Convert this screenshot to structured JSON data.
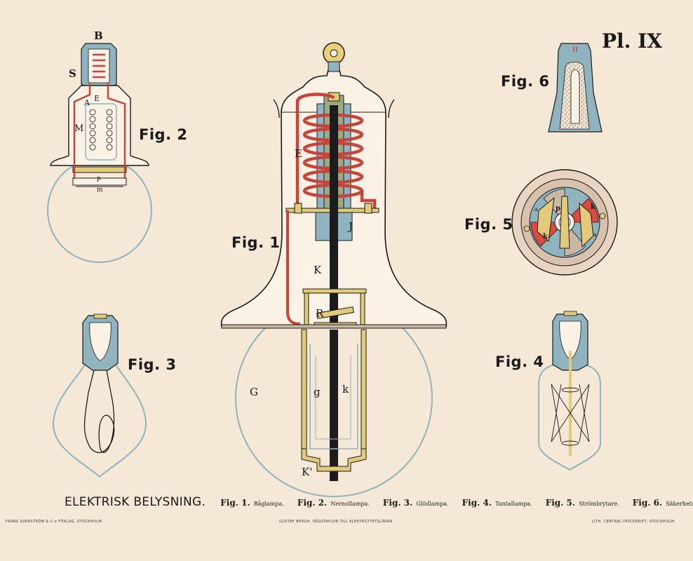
{
  "plate_number": "Pl. IX",
  "figure_labels": {
    "fig1": "Fig. 1",
    "fig2": "Fig. 2",
    "fig3": "Fig. 3",
    "fig4": "Fig. 4",
    "fig5": "Fig. 5",
    "fig6": "Fig. 6"
  },
  "fig1_letters": {
    "E": "E",
    "J": "J",
    "K": "K",
    "R": "R",
    "G": "G",
    "g": "g",
    "k": "k",
    "K1": "K'"
  },
  "fig2_letters": {
    "B": "B",
    "S": "S",
    "A": "A",
    "E": "E",
    "M": "M",
    "p": "p",
    "m": "m"
  },
  "fig5_letters": {
    "p": "p",
    "a1": "a",
    "a2": "a",
    "k1": "k",
    "k2": "k"
  },
  "caption": {
    "title": "ELEKTRISK BELYSNING.",
    "entries": [
      {
        "fig": "Fig. 1.",
        "desc": "Båglampa."
      },
      {
        "fig": "Fig. 2.",
        "desc": "Nernstlampa."
      },
      {
        "fig": "Fig. 3.",
        "desc": "Glödlampa."
      },
      {
        "fig": "Fig. 4.",
        "desc": "Tantallampa."
      },
      {
        "fig": "Fig. 5.",
        "desc": "Strömbrytare."
      },
      {
        "fig": "Fig. 6.",
        "desc": "Säkerhetspropp."
      }
    ]
  },
  "credits": {
    "left": "FRANS SVANSTRÖM & C:o FÖRLAG, STOCKHOLM.",
    "center_line1": "GUSTAF BERGH. VÄGGTAFLOR TILL ELEKTRICITETSLÄRAN",
    "right": "LITH. CENTRAL-TRYCKERIET, STOCKHOLM."
  },
  "colors": {
    "paper": "#f6e8d6",
    "red_wire": "#c8443a",
    "blue_metal": "#8fb3bf",
    "green_metal": "#9aab84",
    "brass": "#e3c97a",
    "carbon": "#1c1c1c",
    "glass_outline": "#7fa9b5",
    "fig5_red": "#e04a3e",
    "fig5_gray": "#c9b7a6"
  }
}
